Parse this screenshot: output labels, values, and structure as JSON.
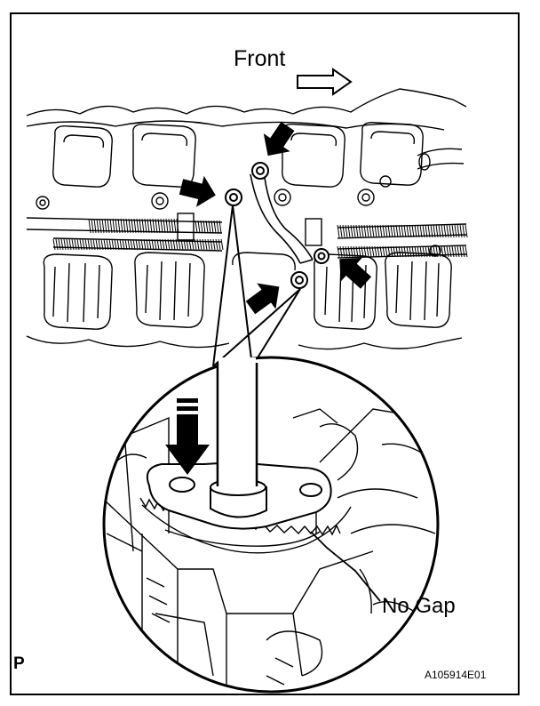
{
  "labels": {
    "front": "Front",
    "no_gap": "No Gap",
    "corner_mark": "P",
    "figure_code": "A105914E01"
  },
  "colors": {
    "line": "#000000",
    "background": "#ffffff"
  },
  "icons": {
    "front_arrow": "hollow-right-arrow",
    "bolt_arrows": "solid-black-arrow",
    "press_arrow": "solid-black-down-arrow"
  }
}
